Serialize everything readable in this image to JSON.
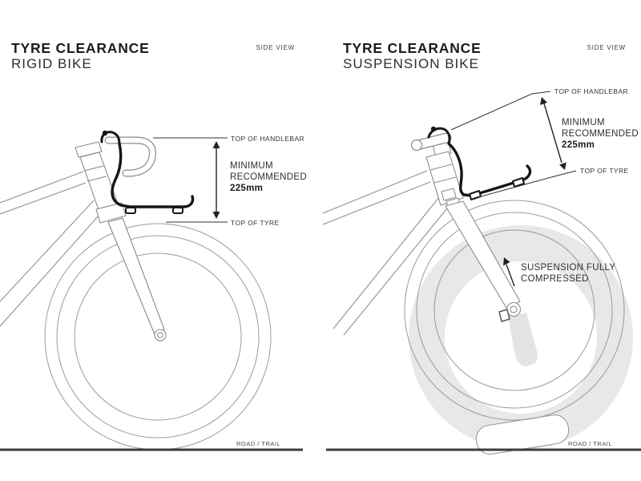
{
  "colors": {
    "background": "#ffffff",
    "ink": "#1c1c1c",
    "label": "#333333",
    "drawing_line": "#8f8f8f",
    "harness_black": "#161616",
    "ghost_gray": "#e8e8e8",
    "ground": "#3c3c3c"
  },
  "measurement": {
    "minimum_recommended_mm": 225
  },
  "left_panel": {
    "title_line1": "TYRE CLEARANCE",
    "title_line2": "RIGID BIKE",
    "view_label": "SIDE VIEW",
    "labels": {
      "top_of_handlebar": "TOP OF HANDLEBAR",
      "minimum_line1": "MINIMUM",
      "minimum_line2": "RECOMMENDED",
      "minimum_value": "225mm",
      "top_of_tyre": "TOP OF TYRE",
      "ground": "ROAD / TRAIL"
    }
  },
  "right_panel": {
    "title_line1": "TYRE CLEARANCE",
    "title_line2": "SUSPENSION BIKE",
    "view_label": "SIDE VIEW",
    "labels": {
      "top_of_handlebar": "TOP OF HANDLEBAR",
      "minimum_line1": "MINIMUM",
      "minimum_line2": "RECOMMENDED",
      "minimum_value": "225mm",
      "top_of_tyre": "TOP OF TYRE",
      "suspension_line1": "SUSPENSION FULLY",
      "suspension_line2": "COMPRESSED",
      "ground": "ROAD / TRAIL"
    }
  }
}
